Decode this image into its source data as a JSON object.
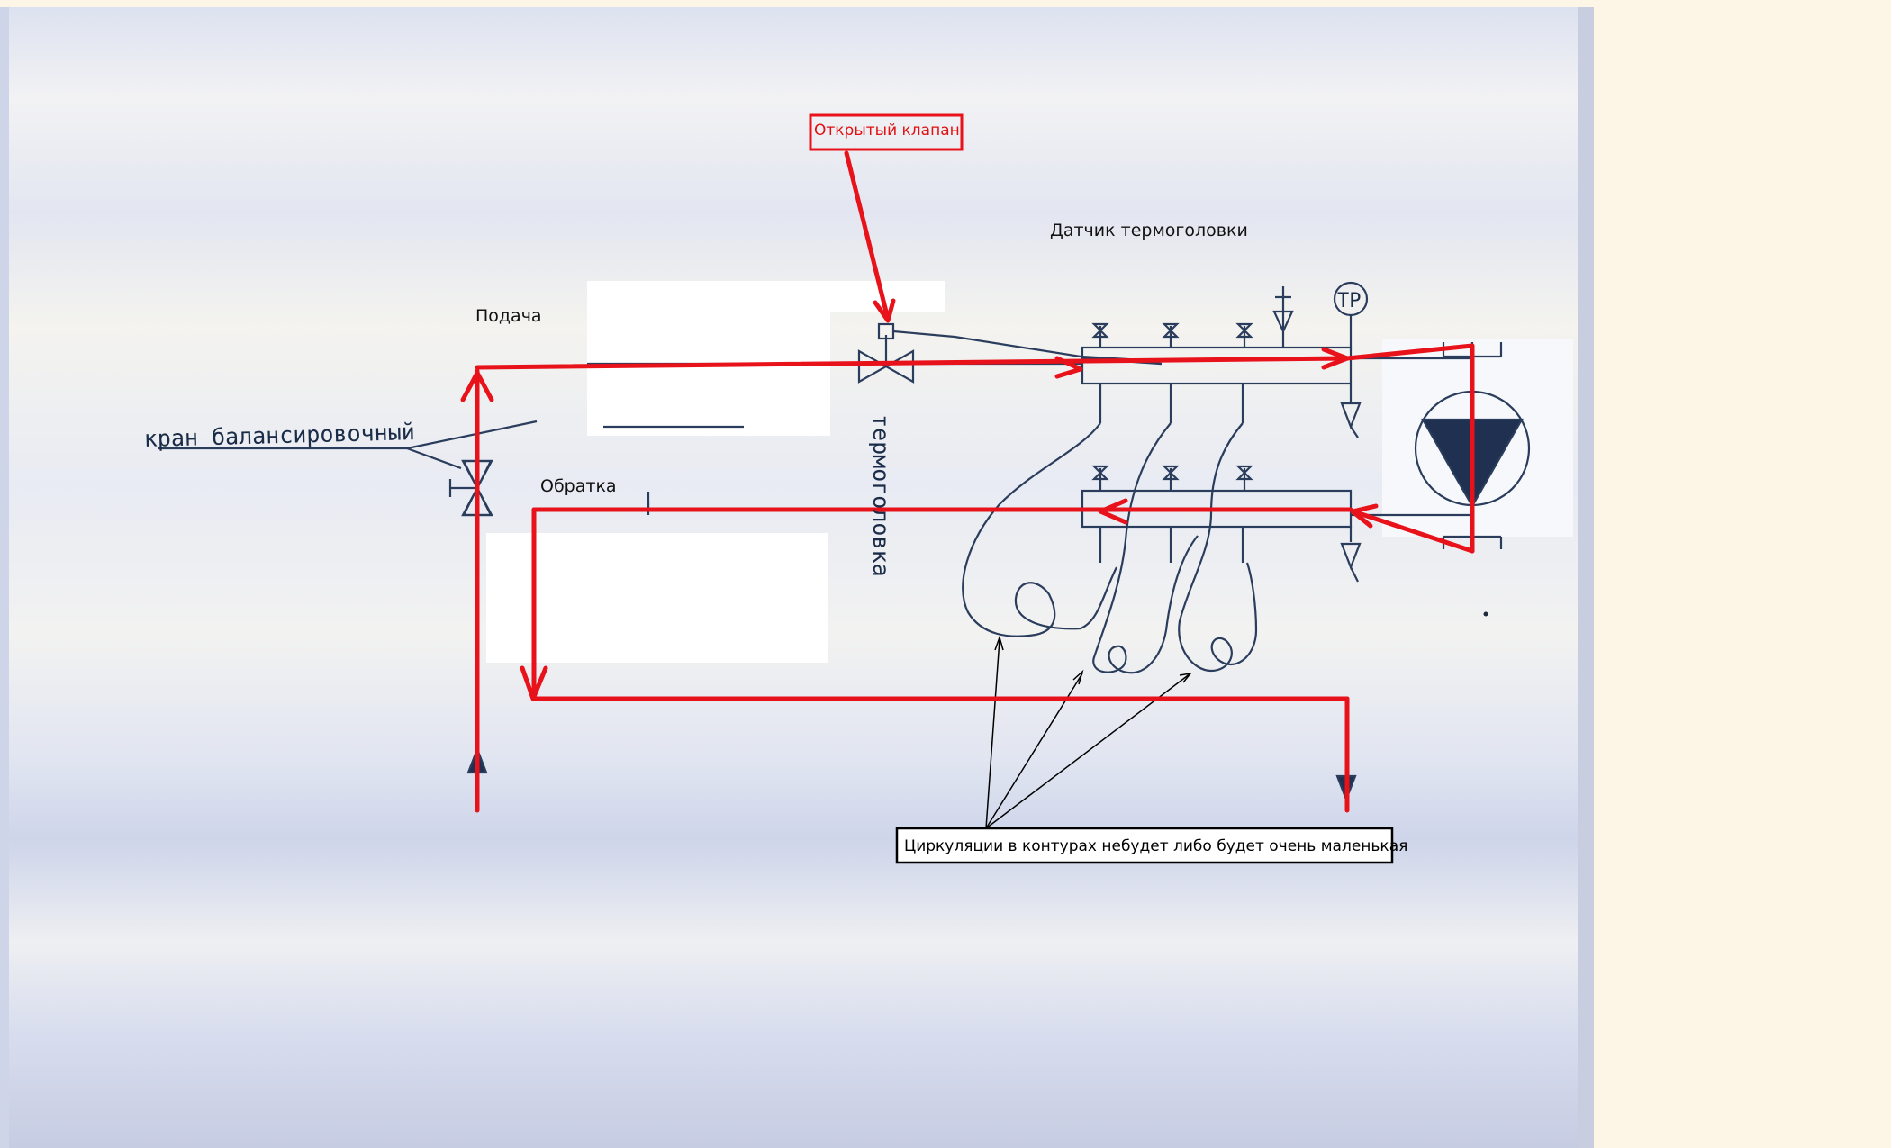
{
  "labels": {
    "open_valve": "Открытый клапан",
    "sensor": "Датчик термоголовки",
    "supply": "Подача",
    "return": "Обратка",
    "balancing_valve": "кран балансировочный",
    "thermal_head": "термоголовка",
    "temp_relay": "ТР",
    "circulation_note": "Циркуляции в контурах небудет либо будет очень маленькая"
  },
  "colors": {
    "page_background": "#fdf6e6",
    "paper": "#e6e9f3",
    "scheme_line": "#2b3d5c",
    "flow_arrow": "#e8121a",
    "annotation_box": "#e8121a",
    "note_box": "#000000"
  }
}
